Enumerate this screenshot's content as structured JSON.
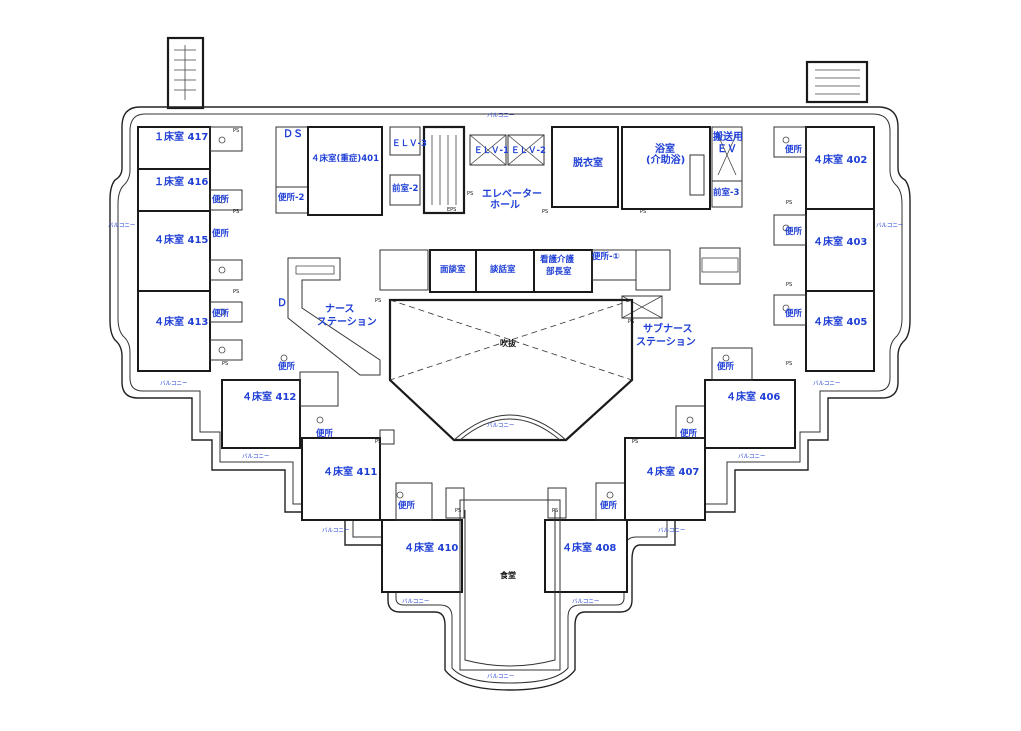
{
  "rooms": {
    "r417": "１床室 417",
    "r416": "１床室 416",
    "r415": "４床室 415",
    "r413": "４床室 413",
    "r412": "４床室 412",
    "r411": "４床室 411",
    "r410": "４床室 410",
    "r408": "４床室 408",
    "r407": "４床室 407",
    "r406": "４床室 406",
    "r405": "４床室 405",
    "r403": "４床室 403",
    "r402": "４床室 402",
    "r401": "４床室(重症)401"
  },
  "labels": {
    "ds": "ＤＳ",
    "ds2": "Ｄ",
    "toilet2": "便所-2",
    "elv3": "ＥＬＶ-3",
    "front2": "前室-2",
    "elv1": "ＥＬＶ-1",
    "elv2": "ＥＬＶ-2",
    "elevator_hall_1": "エレベーター",
    "elevator_hall_2": "ホール",
    "undress": "脱衣室",
    "bath_1": "浴室",
    "bath_2": "(介助浴)",
    "transport_ev_1": "搬送用",
    "transport_ev_2": "ＥＶ",
    "front3": "前室-3",
    "interview": "面談室",
    "talk": "談話室",
    "care_head_1": "看護介護",
    "care_head_2": "部長室",
    "toilet1": "便所-①",
    "nurse_1": "ナース",
    "nurse_2": "ステーション",
    "sub_nurse_1": "サブナース",
    "sub_nurse_2": "ステーション",
    "atrium": "吹抜",
    "dining": "食堂",
    "toilet": "便所",
    "balcony": "バルコニー",
    "ps": "PS",
    "eps": "EPS"
  }
}
